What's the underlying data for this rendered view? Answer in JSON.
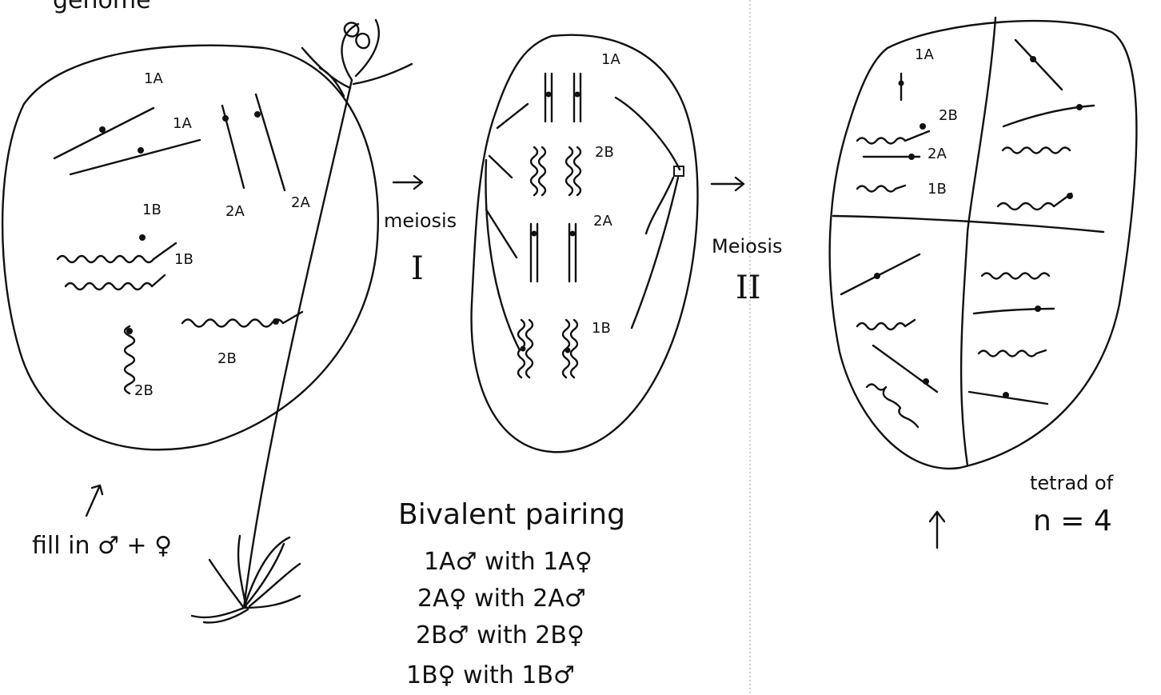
{
  "header": {
    "title_partial": "genome"
  },
  "cell1": {
    "labels": [
      "1A",
      "1A",
      "2A",
      "2A",
      "1B",
      "1B",
      "2B",
      "2B"
    ],
    "note": "fill in ♂ + ♀"
  },
  "arrow1": {
    "label": "meiosis",
    "roman": "I"
  },
  "cell2": {
    "labels": [
      "1A",
      "2B",
      "2A",
      "1B"
    ]
  },
  "arrow2": {
    "label": "Meiosis",
    "roman": "II"
  },
  "cell3": {
    "labels": [
      "1A",
      "2B",
      "2A",
      "1B"
    ],
    "note_line1": "tetrad of",
    "note_line2": "n = 4"
  },
  "pairing": {
    "title": "Bivalent pairing",
    "rows": [
      "1A♂ with 1A♀",
      "2A♀ with 2A♂",
      "2B♂ with 2B♀",
      "1B♀ with 1B♂"
    ]
  }
}
